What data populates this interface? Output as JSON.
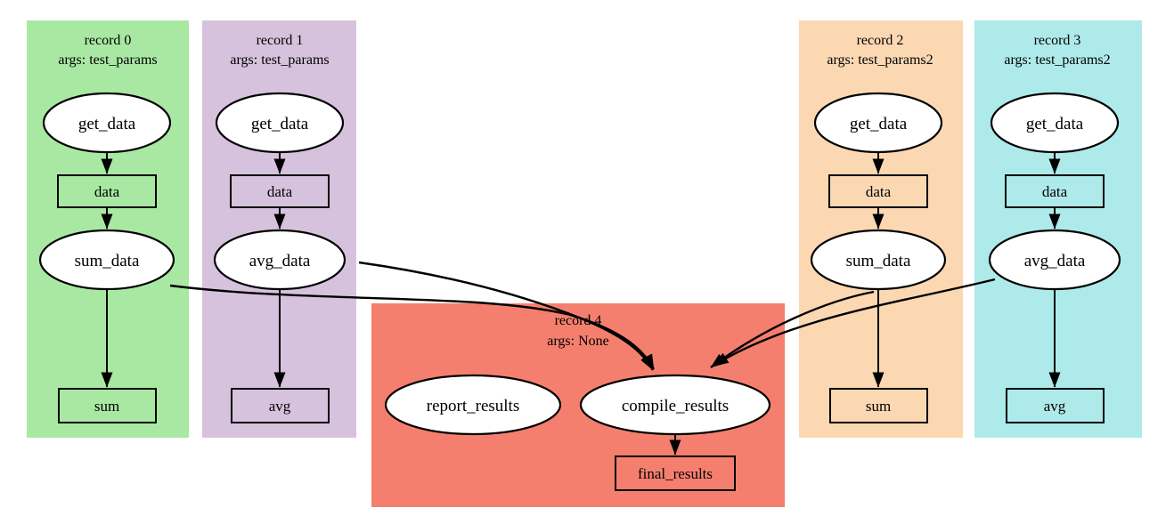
{
  "records": [
    {
      "title": "record 0",
      "args": "args: test_params",
      "fill": "#a9e8a3",
      "nodes": {
        "source": "get_data",
        "data": "data",
        "op": "sum_data",
        "result": "sum"
      }
    },
    {
      "title": "record 1",
      "args": "args: test_params",
      "fill": "#d7c2dd",
      "nodes": {
        "source": "get_data",
        "data": "data",
        "op": "avg_data",
        "result": "avg"
      }
    },
    {
      "title": "record 2",
      "args": "args: test_params2",
      "fill": "#fbd8b2",
      "nodes": {
        "source": "get_data",
        "data": "data",
        "op": "sum_data",
        "result": "sum"
      }
    },
    {
      "title": "record 3",
      "args": "args: test_params2",
      "fill": "#aeeaea",
      "nodes": {
        "source": "get_data",
        "data": "data",
        "op": "avg_data",
        "result": "avg"
      }
    },
    {
      "title": "record 4",
      "args": "args: None",
      "fill": "#f57f6e",
      "nodes": {
        "report": "report_results",
        "compile": "compile_results",
        "result": "final_results"
      }
    }
  ],
  "colors": {
    "cluster_record0": "#a9e8a3",
    "cluster_record1": "#d7c2dd",
    "cluster_record2": "#fbd8b2",
    "cluster_record3": "#aeeaea",
    "cluster_record4": "#f57f6e",
    "node_fill": "#ffffff",
    "edge": "#000000"
  }
}
